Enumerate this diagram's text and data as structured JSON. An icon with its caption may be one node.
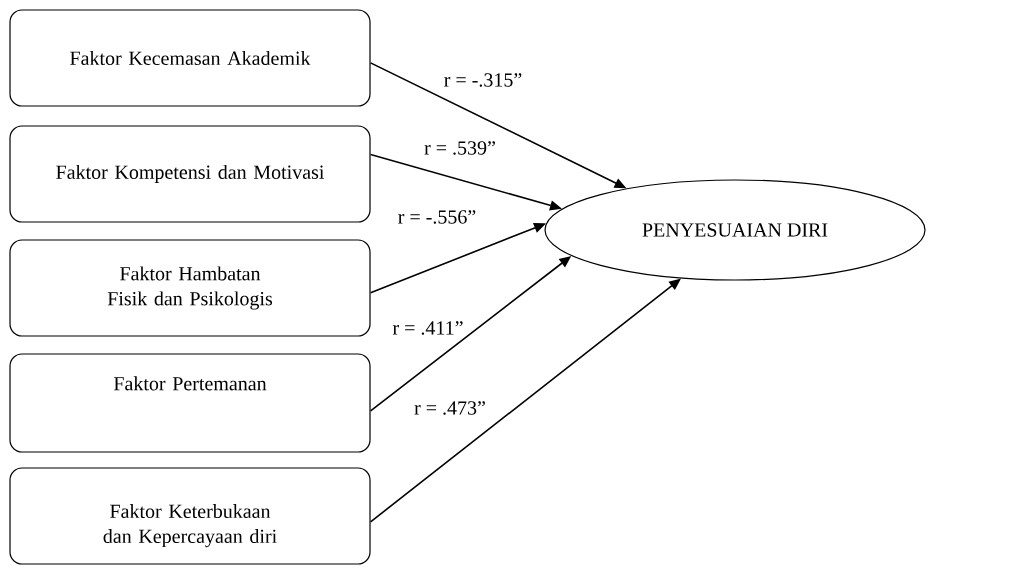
{
  "diagram": {
    "nodes": [
      {
        "text": [
          "Faktor Kecemasan Akademik"
        ]
      },
      {
        "text": [
          "Faktor Kompetensi dan Motivasi"
        ]
      },
      {
        "text": [
          "Faktor Hambatan Fisik dan Psikologis"
        ]
      },
      {
        "text": [
          "Faktor Pertemanan"
        ]
      },
      {
        "text": [
          "Faktor Keterbukaan dan Kepercayaan diri"
        ]
      },
      {
        "text": [
          "PENYESUAIAN DIRI"
        ]
      }
    ],
    "edges": [
      {
        "from": 0,
        "to": 5,
        "arrow": "to",
        "label": "r = -.315”"
      },
      {
        "from": 1,
        "to": 5,
        "arrow": "to",
        "label": "r = .539”"
      },
      {
        "from": 2,
        "to": 5,
        "arrow": "to",
        "label": "r = -.556”"
      },
      {
        "from": 3,
        "to": 5,
        "arrow": "to",
        "label": "r = .411”"
      },
      {
        "from": 4,
        "to": 5,
        "arrow": "to",
        "label": "r = .473”"
      }
    ]
  }
}
